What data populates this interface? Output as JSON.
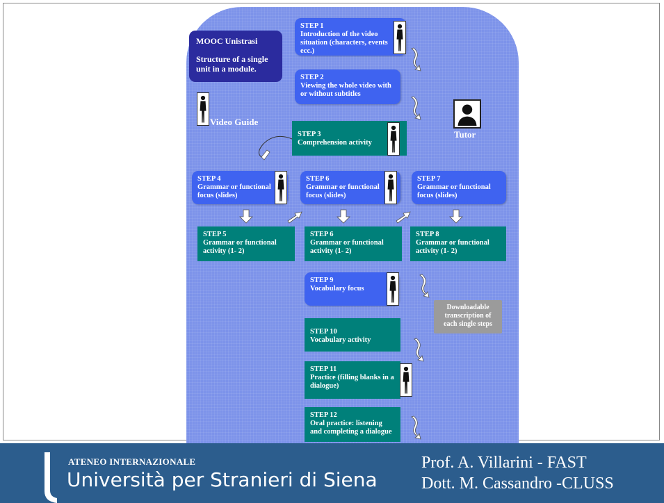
{
  "title_box": {
    "line1": "MOOC Unistrasi",
    "line2": "Structure of a single unit in a module."
  },
  "video_guide_label": "Video Guide",
  "tutor_label": "Tutor",
  "steps": {
    "s1": {
      "label": "STEP 1",
      "desc": "Introduction of the video situation (characters, events ecc.)"
    },
    "s2": {
      "label": "STEP 2",
      "desc": "Viewing the whole video with or without subtitles"
    },
    "s3": {
      "label": "STEP 3",
      "desc": "Comprehension activity"
    },
    "s4": {
      "label": "STEP 4",
      "desc": "Grammar or functional focus (slides)"
    },
    "s6a": {
      "label": "STEP 6",
      "desc": "Grammar or functional focus (slides)"
    },
    "s7": {
      "label": "STEP 7",
      "desc": "Grammar or functional focus (slides)"
    },
    "s5": {
      "label": "STEP 5",
      "desc": "Grammar or functional activity (1- 2)"
    },
    "s6b": {
      "label": "STEP 6",
      "desc": "Grammar or functional activity (1- 2)"
    },
    "s8": {
      "label": "STEP 8",
      "desc": "Grammar or functional activity (1- 2)"
    },
    "s9": {
      "label": "STEP 9",
      "desc": "Vocabulary focus"
    },
    "s10": {
      "label": "STEP 10",
      "desc": "Vocabulary activity"
    },
    "s11": {
      "label": "STEP 11",
      "desc": "Practice (filling blanks in a dialogue)"
    },
    "s12": {
      "label": "STEP 12",
      "desc": "Oral practice: listening and completing a dialogue"
    }
  },
  "note": "Downloadable transcription of each single steps",
  "footer": {
    "line1": "ATENEO INTERNAZIONALE",
    "line2": "Università per Stranieri di Siena",
    "credit1": "Prof. A. Villarini - FAST",
    "credit2": "Dott. M. Cassandro -CLUSS"
  },
  "colors": {
    "panel": "#7d93ea",
    "blue_box": "#3f63f0",
    "teal_box": "#00807a",
    "footer": "#2c5d8d"
  }
}
